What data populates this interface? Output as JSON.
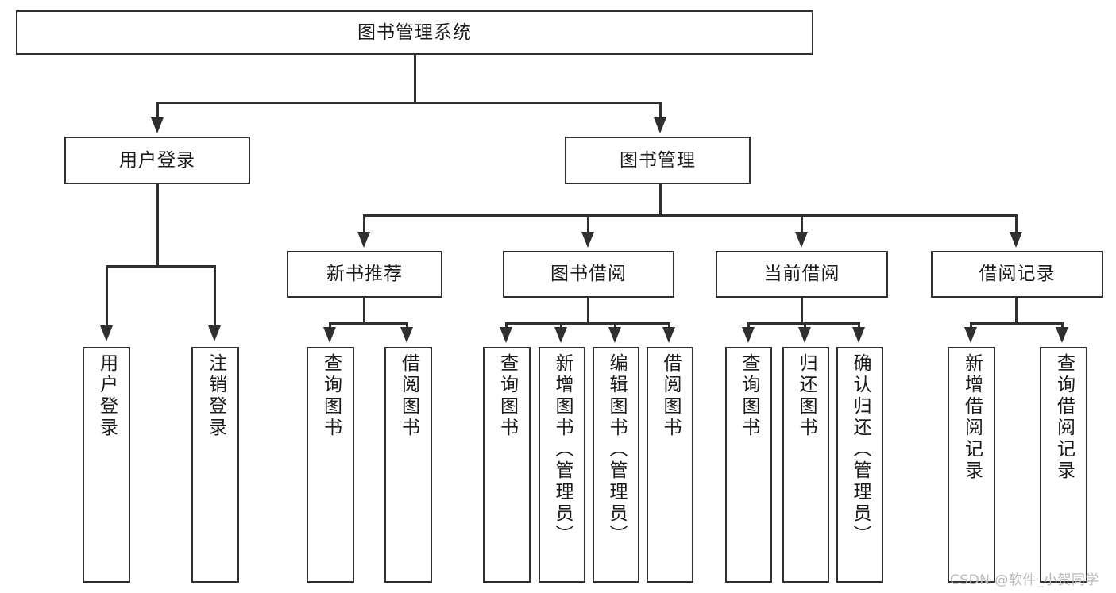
{
  "diagram": {
    "title": "图书管理系统",
    "type": "tree-hierarchy-diagram",
    "root": {
      "label": "图书管理系统"
    },
    "level2": [
      {
        "label": "用户登录"
      },
      {
        "label": "图书管理"
      }
    ],
    "level3": [
      {
        "label": "新书推荐"
      },
      {
        "label": "图书借阅"
      },
      {
        "label": "当前借阅"
      },
      {
        "label": "借阅记录"
      }
    ],
    "leaves": {
      "user_login": [
        {
          "label": "用户登录"
        },
        {
          "label": "注销登录"
        }
      ],
      "new_book_recommend": [
        {
          "label": "查询图书"
        },
        {
          "label": "借阅图书"
        }
      ],
      "book_borrow": [
        {
          "label": "查询图书"
        },
        {
          "label": "新增图书（管理员）"
        },
        {
          "label": "编辑图书（管理员）"
        },
        {
          "label": "借阅图书"
        }
      ],
      "current_borrow": [
        {
          "label": "查询图书"
        },
        {
          "label": "归还图书"
        },
        {
          "label": "确认归还（管理员）"
        }
      ],
      "borrow_record": [
        {
          "label": "新增借阅记录"
        },
        {
          "label": "查询借阅记录"
        }
      ]
    }
  },
  "watermark": {
    "text": "CSDN @软件_小贺同学"
  },
  "colors": {
    "border": "#2f2f2f",
    "text": "#1a1a1a",
    "background": "#ffffff",
    "watermark": "#b9b9b9"
  }
}
